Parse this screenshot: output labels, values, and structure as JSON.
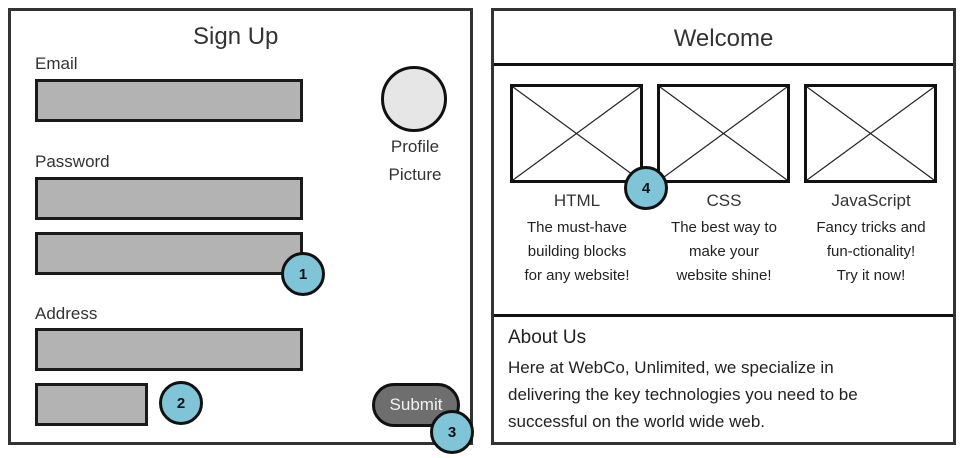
{
  "signup": {
    "title": "Sign Up",
    "email_label": "Email",
    "password_label": "Password",
    "address_label": "Address",
    "profile_label_line1": "Profile",
    "profile_label_line2": "Picture",
    "submit_label": "Submit"
  },
  "welcome": {
    "title": "Welcome",
    "cards": [
      {
        "title": "HTML",
        "desc": [
          "The must-have",
          "building blocks",
          "for any website!"
        ]
      },
      {
        "title": "CSS",
        "desc": [
          "The best way to",
          "make your",
          "website shine!"
        ]
      },
      {
        "title": "JavaScript",
        "desc": [
          "Fancy tricks and",
          "fun-ctionality!",
          "Try it now!"
        ]
      }
    ],
    "about_title": "About Us",
    "about_lines": [
      "Here at WebCo, Unlimited, we specialize in",
      "delivering the key technologies you need to be",
      "successful on the world wide web."
    ]
  },
  "annotations": [
    "1",
    "2",
    "3",
    "4"
  ],
  "colors": {
    "badge": "#7fc4d7",
    "field": "#b3b3b3",
    "submit": "#6e6e6e",
    "avatar": "#e6e6e6"
  }
}
